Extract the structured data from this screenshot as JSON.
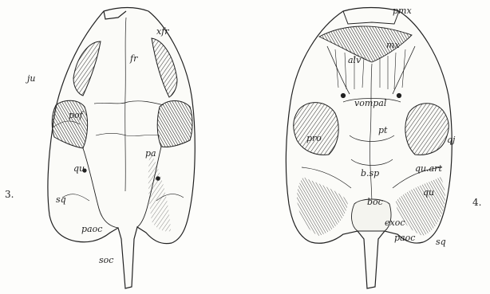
{
  "figures": [
    {
      "number": "3.",
      "view": "dorsal",
      "labels": {
        "xfr": "xfr",
        "fr": "fr",
        "ju": "ju",
        "pof": "pof",
        "qu": "qu",
        "pa": "pa",
        "sq": "sq",
        "paoc": "paoc",
        "soc": "soc"
      }
    },
    {
      "number": "4.",
      "view": "ventral",
      "labels": {
        "pmx": "pmx",
        "mx": "mx",
        "alv": "alv",
        "vompal": "vompal",
        "pt": "pt",
        "pro": "pro",
        "qj": "qj",
        "bsp": "b.sp",
        "quart": "qu.art",
        "qu": "qu",
        "boc": "boc",
        "exoc": "exoc",
        "paoc": "paoc",
        "sq": "sq"
      }
    }
  ]
}
